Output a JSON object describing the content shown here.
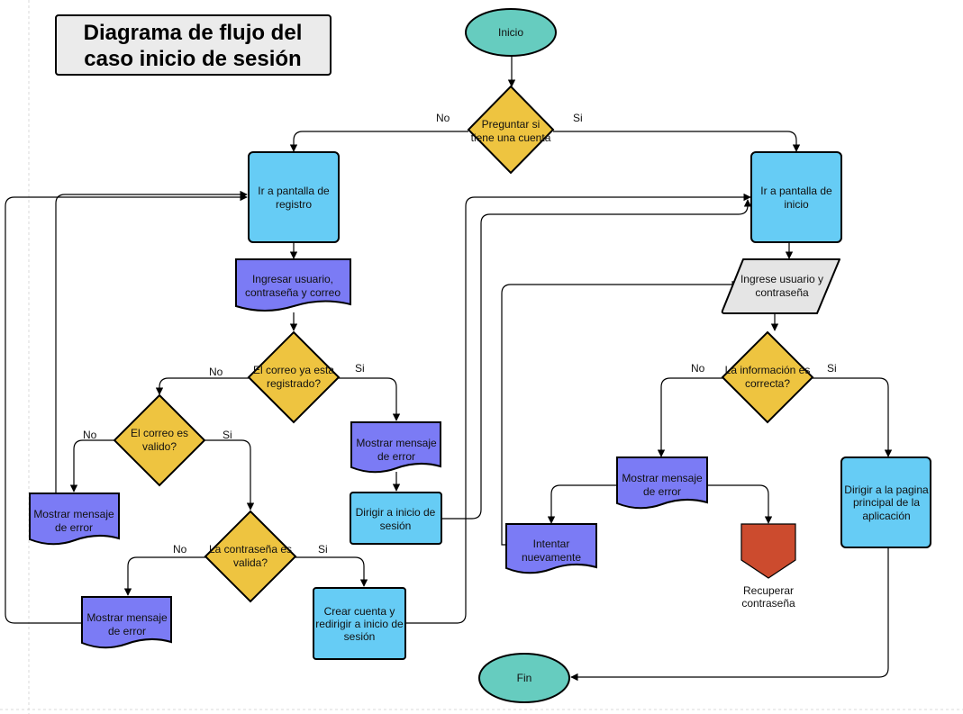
{
  "title": {
    "lines": [
      "Diagrama de flujo del",
      "caso inicio de sesión"
    ]
  },
  "colors": {
    "terminal": "#66CCBF",
    "decision": "#EEC440",
    "process": "#66CCF5",
    "document": "#7B7BF5",
    "input": "#E5E5E5",
    "offpage": "#CC4B2E",
    "title_bg": "#EBEBEB"
  },
  "nodes": {
    "inicio": {
      "lines": [
        "Inicio"
      ]
    },
    "preguntar": {
      "lines": [
        "Preguntar si",
        "tiene una cuenta"
      ]
    },
    "ir_registro": {
      "lines": [
        "Ir a pantalla de",
        "registro"
      ]
    },
    "ir_inicio": {
      "lines": [
        "Ir a pantalla de",
        "inicio"
      ]
    },
    "ingresar_registro": {
      "lines": [
        "Ingresar usuario,",
        "contraseña y correo"
      ]
    },
    "correo_registrado": {
      "lines": [
        "El correo ya esta",
        "registrado?"
      ]
    },
    "correo_valido": {
      "lines": [
        "El correo es",
        "valido?"
      ]
    },
    "error_registrado": {
      "lines": [
        "Mostrar mensaje",
        "de error"
      ]
    },
    "dirigir_inicio": {
      "lines": [
        "Dirigir a inicio de",
        "sesión"
      ]
    },
    "error_invalido": {
      "lines": [
        "Mostrar mensaje",
        "de error"
      ]
    },
    "contrasena_valida": {
      "lines": [
        "La contraseña es",
        "valida?"
      ]
    },
    "error_contrasena": {
      "lines": [
        "Mostrar mensaje",
        "de error"
      ]
    },
    "crear_cuenta": {
      "lines": [
        "Crear cuenta y",
        "redirigir a inicio de",
        "sesión"
      ]
    },
    "ingrese_login": {
      "lines": [
        "Ingrese usuario y",
        "contraseña"
      ]
    },
    "info_correcta": {
      "lines": [
        "La información es",
        "correcta?"
      ]
    },
    "error_login": {
      "lines": [
        "Mostrar mensaje",
        "de error"
      ]
    },
    "dirigir_principal": {
      "lines": [
        "Dirigir a la pagina",
        "principal de la",
        "aplicación"
      ]
    },
    "intentar": {
      "lines": [
        "Intentar",
        "nuevamente"
      ]
    },
    "recuperar": {
      "lines": [
        "Recuperar",
        "contraseña"
      ]
    },
    "fin": {
      "lines": [
        "Fin"
      ]
    }
  },
  "edge_labels": {
    "preguntar_no": "No",
    "preguntar_si": "Si",
    "registrado_no": "No",
    "registrado_si": "Si",
    "valido_no": "No",
    "valido_si": "Si",
    "contrasena_no": "No",
    "contrasena_si": "Si",
    "info_no": "No",
    "info_si": "Si"
  }
}
